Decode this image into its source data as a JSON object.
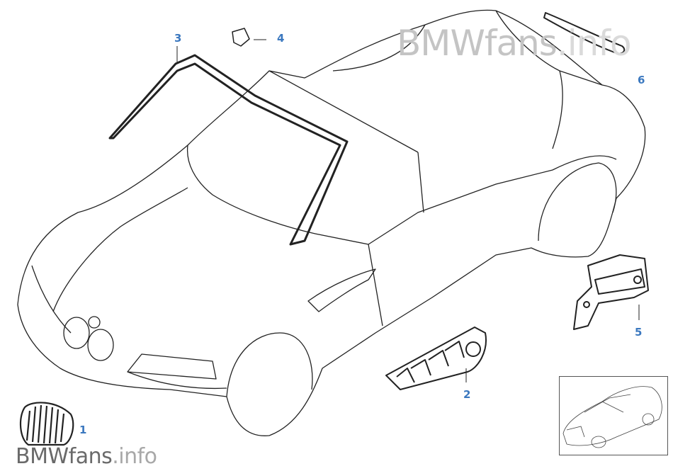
{
  "diagram": {
    "callouts": [
      {
        "id": "1",
        "label": "1"
      },
      {
        "id": "2",
        "label": "2"
      },
      {
        "id": "3",
        "label": "3"
      },
      {
        "id": "4",
        "label": "4"
      },
      {
        "id": "5",
        "label": "5"
      },
      {
        "id": "6",
        "label": "6"
      }
    ],
    "label_color": "#3b78bf"
  },
  "watermark": {
    "brand": "BMWfans",
    "suffix": ".info"
  }
}
